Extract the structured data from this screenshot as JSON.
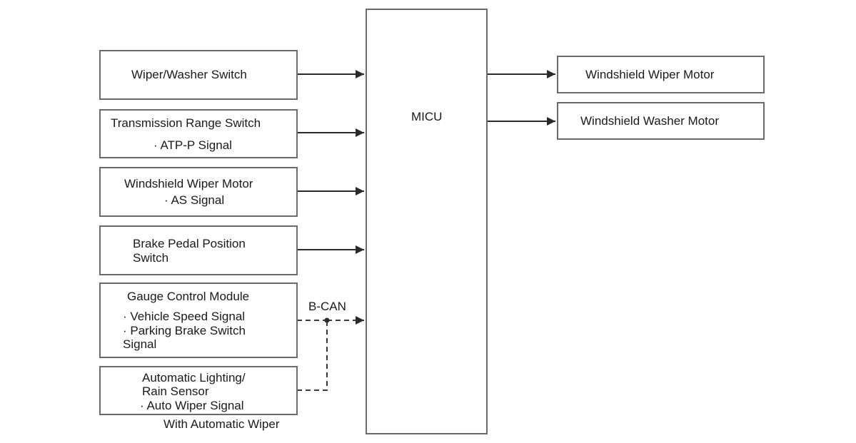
{
  "micu": {
    "label": "MICU"
  },
  "inputs": {
    "wiper_washer_switch": {
      "title": "Wiper/Washer Switch"
    },
    "transmission_range_switch": {
      "title": "Transmission Range Switch",
      "signal": "· ATP-P Signal"
    },
    "wiper_motor_as": {
      "title": "Windshield Wiper Motor",
      "signal": "· AS Signal"
    },
    "brake_pedal": {
      "line1": "Brake Pedal Position",
      "line2": "Switch"
    },
    "gauge_control": {
      "title": "Gauge Control Module",
      "signal1": "· Vehicle Speed Signal",
      "signal2_line1": "· Parking Brake Switch",
      "signal2_line2": "Signal"
    },
    "rain_sensor": {
      "line1": "Automatic Lighting/",
      "line2": "Rain Sensor",
      "signal": "· Auto Wiper Signal",
      "note": "With Automatic Wiper"
    }
  },
  "outputs": {
    "wiper_motor": {
      "title": "Windshield Wiper Motor"
    },
    "washer_motor": {
      "title": "Windshield Washer Motor"
    }
  },
  "bus": {
    "label": "B-CAN"
  }
}
